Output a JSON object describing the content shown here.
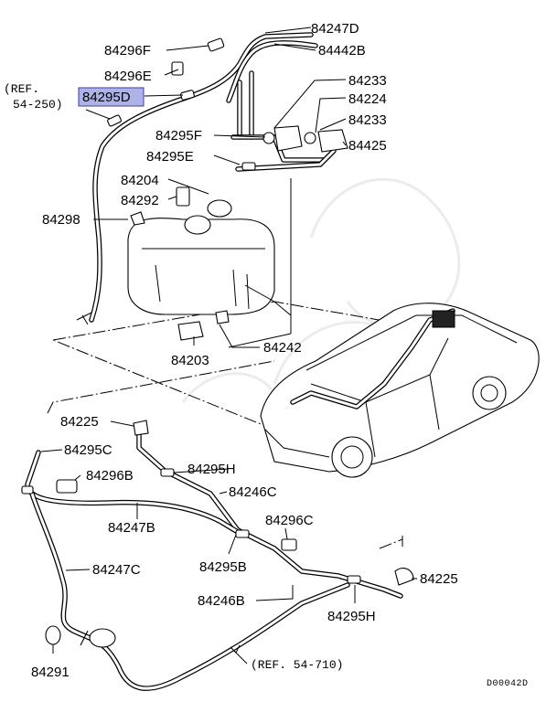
{
  "diagram": {
    "labels": {
      "p84247D": "84247D",
      "p84296F": "84296F",
      "p84442B": "84442B",
      "p84296E": "84296E",
      "p84233a": "84233",
      "ref_line1": "(REF.",
      "ref_line2": "54-250)",
      "p84295D": "84295D",
      "p84224": "84224",
      "p84233b": "84233",
      "p84295F": "84295F",
      "p84425": "84425",
      "p84295E": "84295E",
      "p84204": "84204",
      "p84292": "84292",
      "p84298": "84298",
      "p84203": "84203",
      "p84242": "84242",
      "p84225a": "84225",
      "p84295C": "84295C",
      "p84296B": "84296B",
      "p84295H_a": "84295H",
      "p84246C": "84246C",
      "p84247B": "84247B",
      "p84296C": "84296C",
      "p84247C": "84247C",
      "p84295B": "84295B",
      "p84225b": "84225",
      "p84246B": "84246B",
      "p84295H_b": "84295H",
      "p84291": "84291",
      "ref2": "(REF. 54-710)",
      "code": "D00042D"
    },
    "highlight": "84295D",
    "highlight_color": "#aeb3e6",
    "line_color": "#000000"
  }
}
